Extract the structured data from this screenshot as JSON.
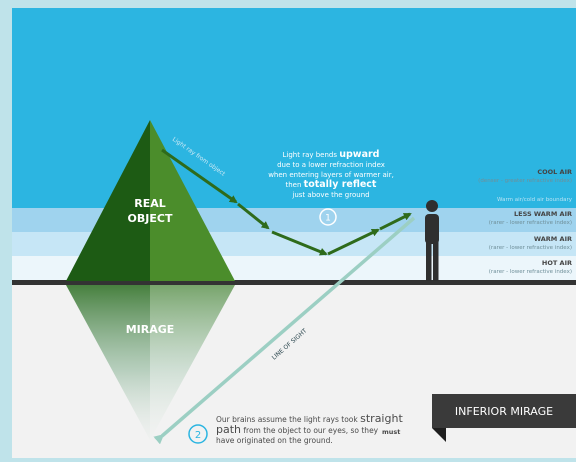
{
  "diagram": {
    "real_object_line1": "REAL",
    "real_object_line2": "OBJECT",
    "mirage_label": "MIRAGE",
    "light_ray_label": "Light ray from object",
    "line_of_sight_label": "LINE OF SIGHT",
    "upper_note": {
      "line1_pre": "Light ray bends ",
      "line1_em": "upward",
      "line2": "due to a lower refraction index",
      "line3": "when entering layers of warmer air,",
      "line4_pre": "then ",
      "line4_em": "totally reflect",
      "line5": "just above the ground"
    },
    "step1": "1",
    "step2": "2",
    "lower_note": {
      "line1_pre": "Our brains assume the light rays took",
      "line1_em": "straight",
      "line2_em": "path",
      "line2_post": " from the object to our eyes, so they",
      "line3": "have originated on the ground.",
      "overlap_text": "must"
    },
    "layers": {
      "cool_title": "COOL AIR",
      "cool_sub": "(denser - greater refractive index)",
      "boundary": "Warm air/cold air boundary",
      "less_warm_title": "LESS WARM AIR",
      "less_warm_sub": "(rarer - lower refractive index)",
      "warm_title": "WARM AIR",
      "warm_sub": "(rarer - lower refractive index)",
      "hot_title": "HOT AIR",
      "hot_sub": "(rarer - lower refractive index)"
    },
    "banner": "INFERIOR MIRAGE",
    "colors": {
      "sky": "#2cb5e1",
      "less_warm": "#9fd3ee",
      "warm": "#c6e6f6",
      "hot": "#ecf6fb",
      "ground": "#f2f2f2",
      "pyramid_dark": "#1d5b14",
      "pyramid_light": "#4b8d2b",
      "ray": "#2e6b1b",
      "line_of_sight": "#9ccfc3",
      "banner": "#3a3a3a"
    }
  }
}
